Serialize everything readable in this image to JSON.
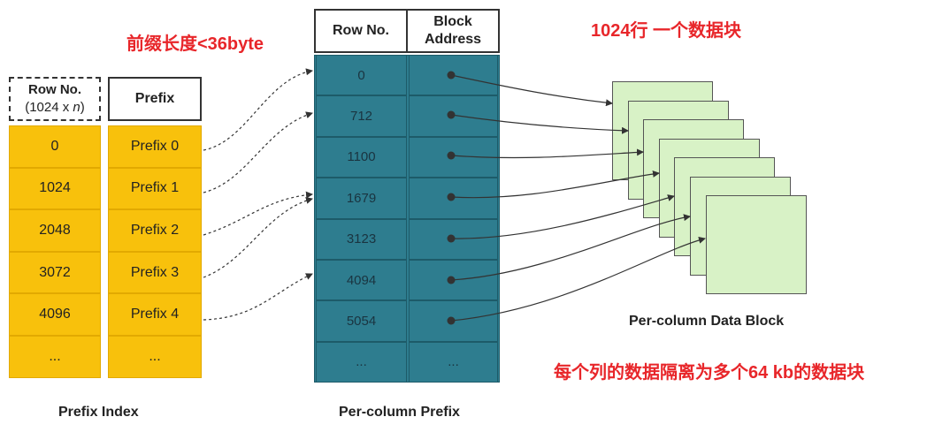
{
  "annotations": {
    "prefix_length": "前缀长度<36byte",
    "rows_per_block": "1024行 一个数据块",
    "isolation": "每个列的数据隔离为多个64 kb的数据块"
  },
  "prefix_index": {
    "row_header_line1": "Row No.",
    "row_header_line2_pre": "(1024 x ",
    "row_header_line2_var": "n",
    "row_header_line2_post": ")",
    "prefix_header": "Prefix",
    "rows": [
      "0",
      "1024",
      "2048",
      "3072",
      "4096",
      "..."
    ],
    "prefixes": [
      "Prefix 0",
      "Prefix 1",
      "Prefix 2",
      "Prefix 3",
      "Prefix 4",
      "..."
    ],
    "caption": "Prefix Index"
  },
  "per_column_prefix": {
    "row_header": "Row No.",
    "addr_header_line1": "Block",
    "addr_header_line2": "Address",
    "rows": [
      "0",
      "712",
      "1100",
      "1679",
      "3123",
      "4094",
      "5054",
      "..."
    ],
    "addr_last": "...",
    "caption": "Per-column Prefix"
  },
  "data_block": {
    "caption": "Per-column Data Block"
  },
  "colors": {
    "yellow": "#f8c10c",
    "teal": "#2e7d8f",
    "green": "#d8f2c6",
    "red": "#e8262a"
  }
}
